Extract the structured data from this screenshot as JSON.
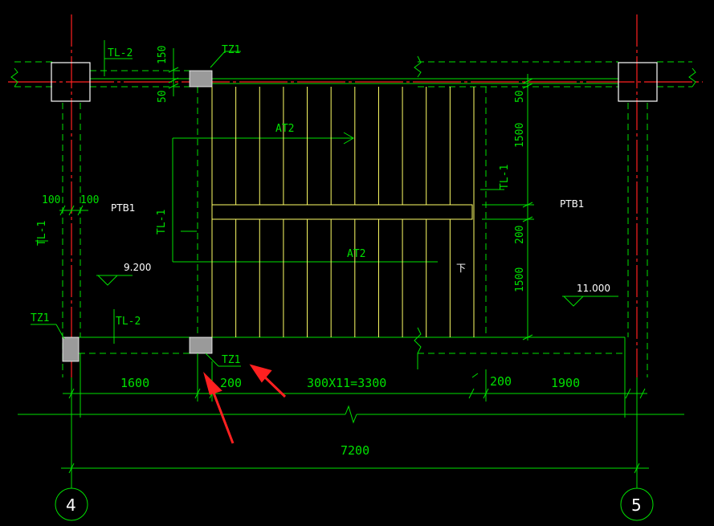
{
  "colors": {
    "background": "#000000",
    "axis": "#ff0000",
    "beam": "#00e000",
    "stair": "#ffff66",
    "column": "#ffffff",
    "column_fill": "#9a9a9a",
    "arrow": "#ff2020"
  },
  "labels": {
    "tl2_top": "TL-2",
    "tz1_top": "TZ1",
    "dim_150": "150",
    "dim_50_left": "50",
    "dim_50_right": "50",
    "at2_top": "AT2",
    "at2_bottom": "AT2",
    "dim_1500_top": "1500",
    "dim_1500_bottom": "1500",
    "dim_200_vertical": "200",
    "tl1_right": "TL-1",
    "tl1_center": "TL-1",
    "tl1_left": "TL-1",
    "dim_100_left": "100",
    "dim_100_right": "100",
    "ptb1_left": "PTB1",
    "ptb1_right": "PTB1",
    "elev_left": "9.200",
    "elev_right": "11.000",
    "tz1_left": "TZ1",
    "tl2_bottom": "TL-2",
    "tz1_bottom": "TZ1",
    "dim_1600": "1600",
    "dim_200_a": "200",
    "dim_steps": "300X11=3300",
    "dim_200_b": "200",
    "dim_1900": "1900",
    "dim_7200": "7200",
    "axis_4": "4",
    "axis_5": "5",
    "up_symbol": "下"
  }
}
